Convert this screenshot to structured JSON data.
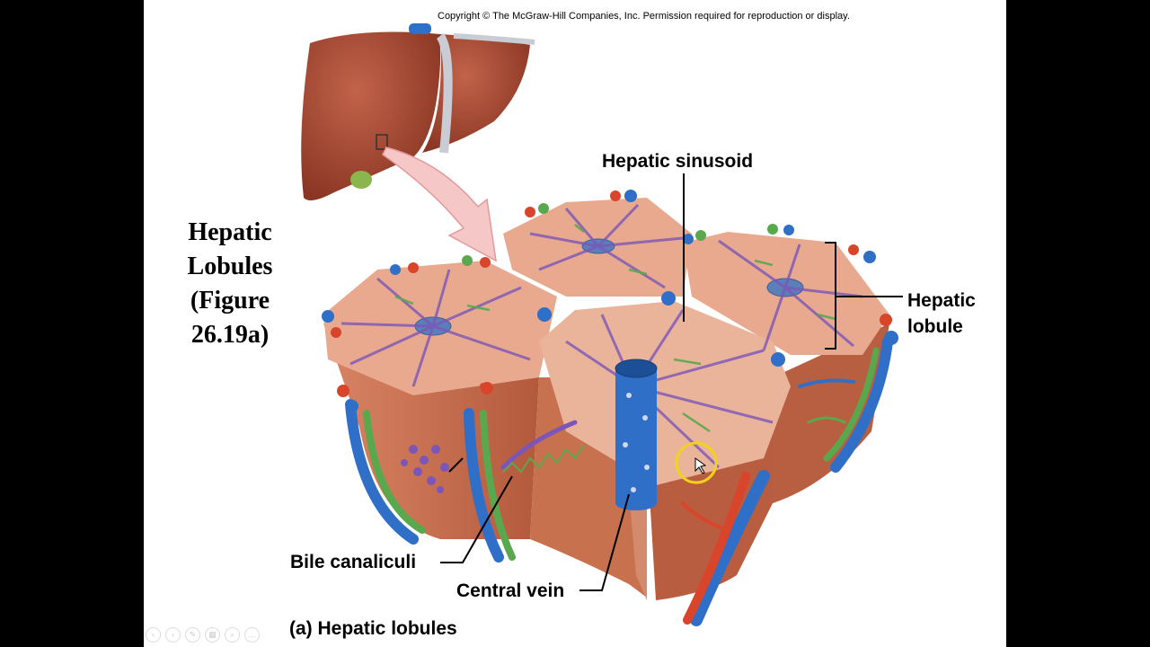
{
  "copyright": "Copyright © The McGraw-Hill Companies, Inc. Permission required for reproduction or display.",
  "slide_title_lines": [
    "Hepatic",
    "Lobules",
    "(Figure",
    "26.19a)"
  ],
  "labels": {
    "hepatic_sinusoid": "Hepatic sinusoid",
    "hepatic_lobule_lines": [
      "Hepatic",
      "lobule"
    ],
    "bile_canaliculi": "Bile canaliculi",
    "central_vein": "Central vein"
  },
  "caption": "(a) Hepatic lobules",
  "nav_controls": [
    {
      "name": "previous-slide-icon",
      "glyph": "‹"
    },
    {
      "name": "next-slide-icon",
      "glyph": "›"
    },
    {
      "name": "pen-icon",
      "glyph": "✎"
    },
    {
      "name": "slides-grid-icon",
      "glyph": "▦"
    },
    {
      "name": "zoom-icon",
      "glyph": "⌕"
    },
    {
      "name": "more-options-icon",
      "glyph": "…"
    }
  ],
  "colors": {
    "liver": "#a94a33",
    "lobule_face": "#e8a98f",
    "lobule_side": "#c96b4c",
    "vein_blue": "#2f6fc7",
    "artery_red": "#d9452a",
    "bile_green": "#5aa84d",
    "sinusoid_purple": "#7b56b8",
    "arrow_pink": "#f6c7c7"
  }
}
